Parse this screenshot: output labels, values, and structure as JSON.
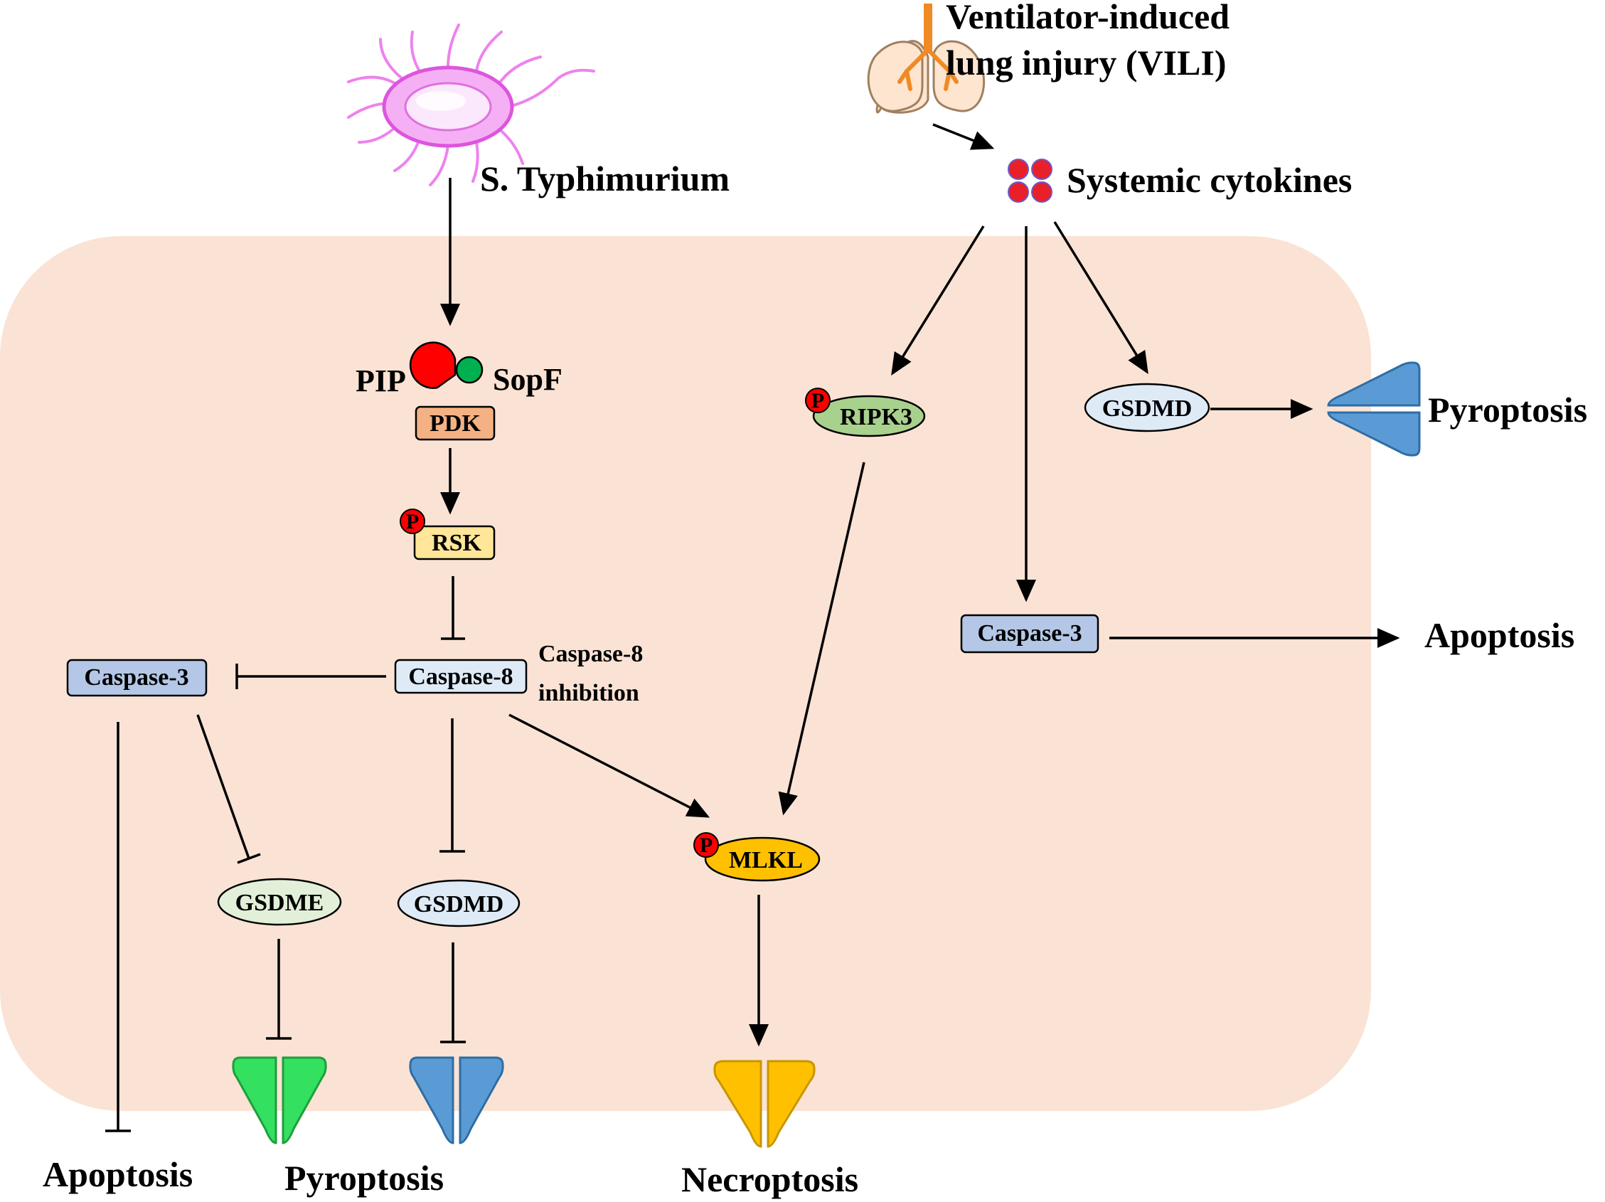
{
  "labels": {
    "vili_line1": "Ventilator-induced",
    "vili_line2": "lung injury (VILI)",
    "s_typhimurium": "S. Typhimurium",
    "systemic_cytokines": "Systemic cytokines",
    "pip": "PIP",
    "sopf": "SopF",
    "pdk": "PDK",
    "rsk": "RSK",
    "phospho": "P",
    "caspase8": "Caspase-8",
    "caspase8_inhibition_line1": "Caspase-8",
    "caspase8_inhibition_line2": "inhibition",
    "caspase3_left": "Caspase-3",
    "caspase3_right": "Caspase-3",
    "ripk3": "RIPK3",
    "gsdmd_right": "GSDMD",
    "gsdmd_left": "GSDMD",
    "gsdme": "GSDME",
    "mlkl": "MLKL",
    "pyroptosis_right": "Pyroptosis",
    "apoptosis_right": "Apoptosis",
    "apoptosis_bottom": "Apoptosis",
    "pyroptosis_bottom": "Pyroptosis",
    "necroptosis_bottom": "Necroptosis"
  },
  "colors": {
    "cell_fill": "#fae3d4",
    "pdk_fill": "#f4b183",
    "rsk_fill": "#ffe699",
    "caspase_fill": "#b4c7e7",
    "caspase8_fill": "#deebf7",
    "ripk3_fill": "#a9d18e",
    "gsdmd_fill": "#deebf7",
    "gsdme_fill": "#e2f0d9",
    "mlkl_fill": "#ffc000",
    "phospho_red": "#ff0000",
    "pip_red": "#ff0000",
    "sopf_green": "#00b050",
    "pore_blue": "#5b9bd5",
    "pore_green": "#33e05f",
    "pore_yellow": "#ffc000",
    "bacterium": "#ee82ee",
    "lung": "#fde5cf",
    "cytokine": "#e8202a"
  },
  "icons": [
    "bacterium-icon",
    "lungs-icon",
    "cytokine-icon",
    "membrane-pore-icon",
    "phospho-icon"
  ]
}
